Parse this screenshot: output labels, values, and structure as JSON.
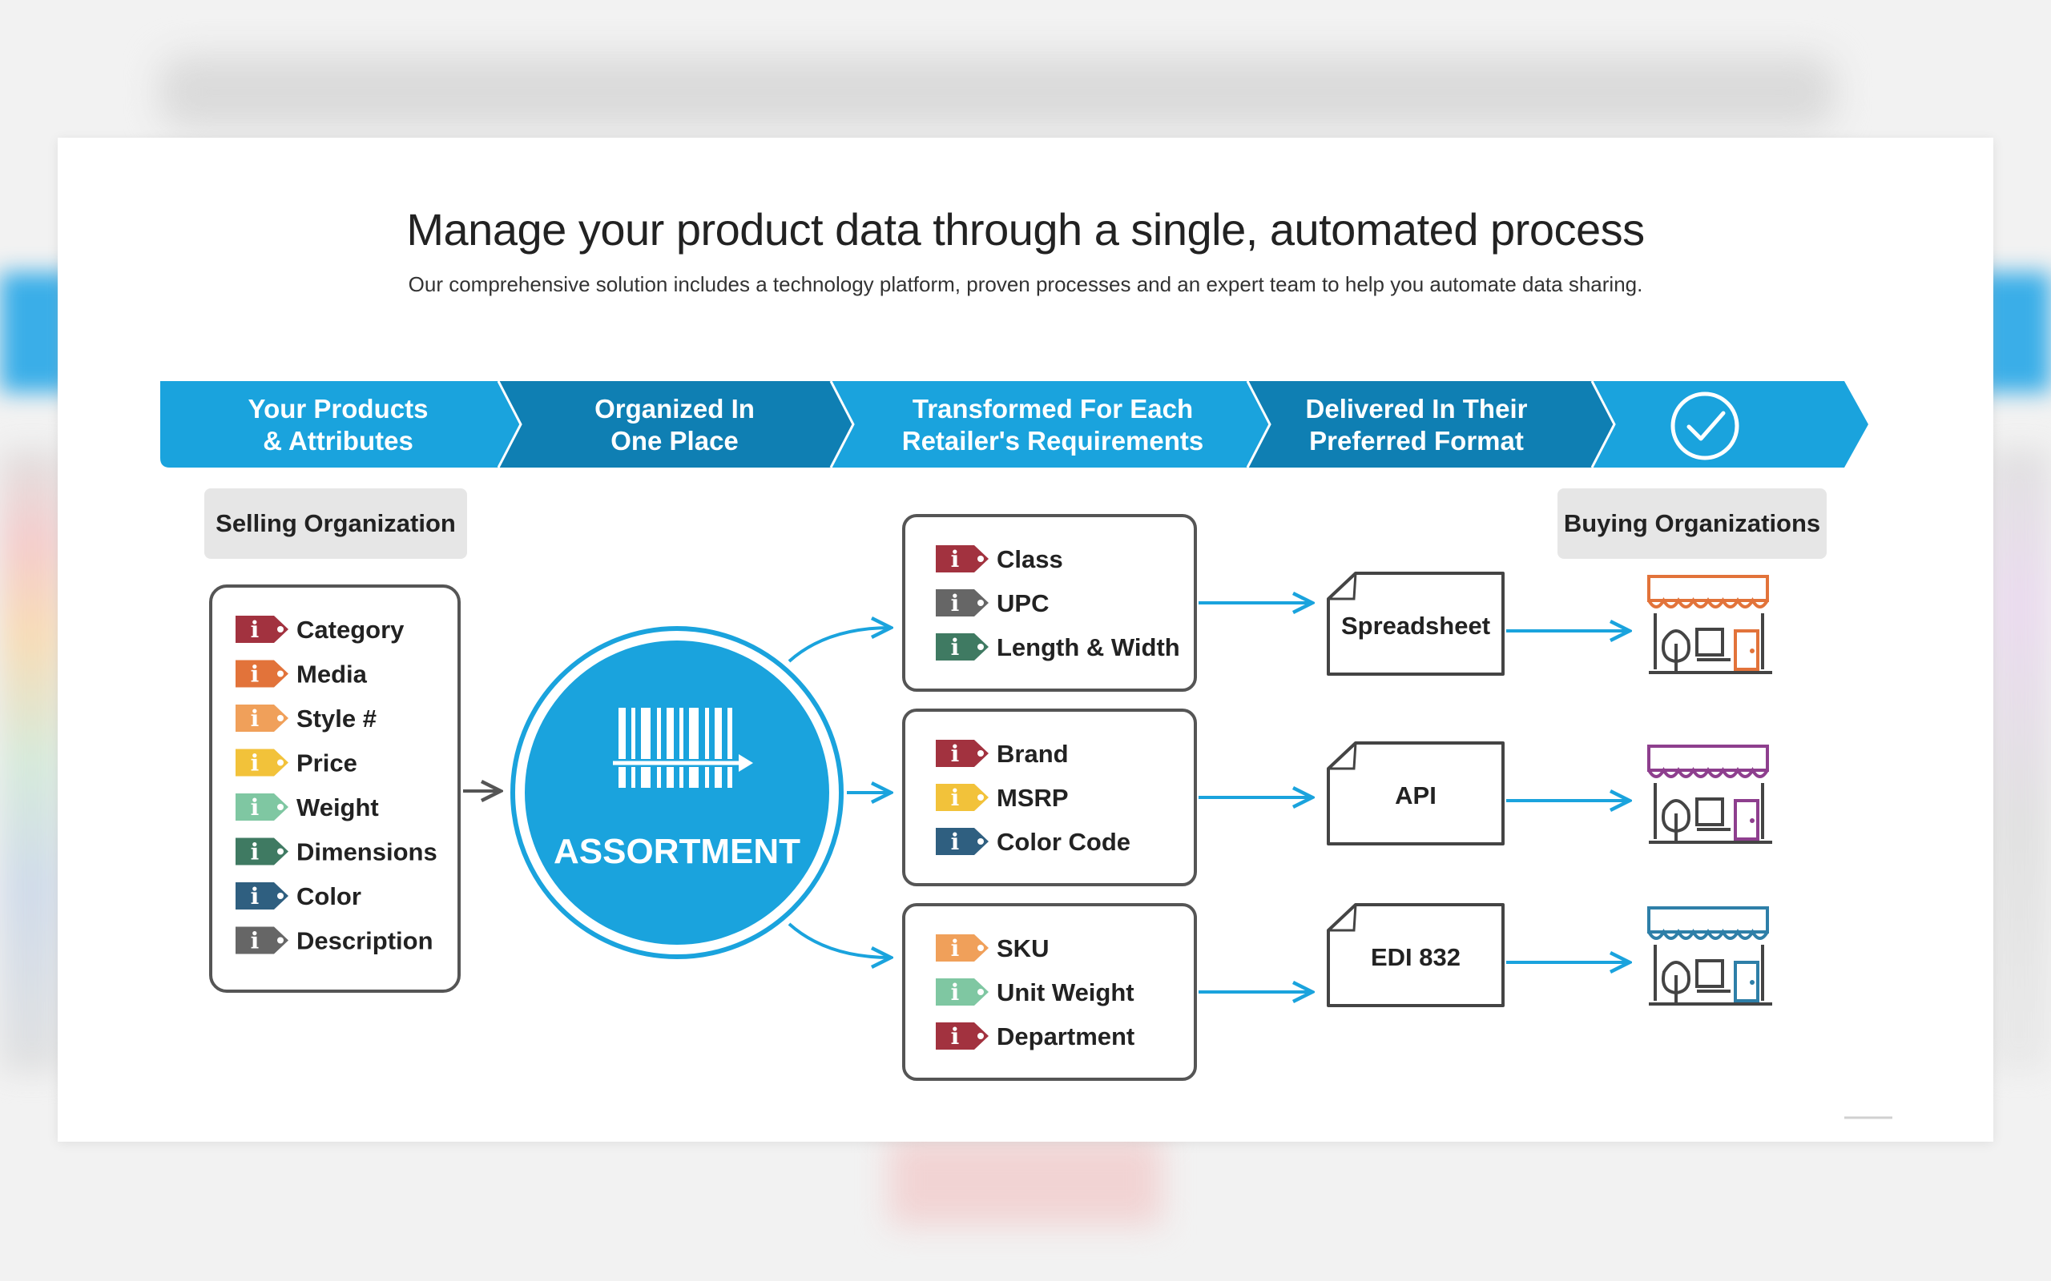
{
  "heading": {
    "title": "Manage your product data through a single, automated process",
    "subtitle": "Our comprehensive solution includes a technology platform, proven processes and an expert team to help you automate data sharing."
  },
  "stages": [
    {
      "line1": "Your Products",
      "line2": "& Attributes"
    },
    {
      "line1": "Organized In",
      "line2": "One Place"
    },
    {
      "line1": "Transformed For Each",
      "line2": "Retailer's Requirements"
    },
    {
      "line1": "Delivered In Their",
      "line2": "Preferred Format"
    },
    {
      "icon": "check-circle-icon"
    }
  ],
  "selling_label": "Selling Organization",
  "buying_label": "Buying Organizations",
  "attributes": [
    {
      "label": "Category",
      "color": "#a2323f"
    },
    {
      "label": "Media",
      "color": "#e2733a"
    },
    {
      "label": "Style #",
      "color": "#f0a05a"
    },
    {
      "label": "Price",
      "color": "#f2c23a"
    },
    {
      "label": "Weight",
      "color": "#7fc7a2"
    },
    {
      "label": "Dimensions",
      "color": "#3f7a62"
    },
    {
      "label": "Color",
      "color": "#2f5f80"
    },
    {
      "label": "Description",
      "color": "#666666"
    }
  ],
  "hub_label": "ASSORTMENT",
  "retailer_groups": [
    {
      "items": [
        {
          "label": "Class",
          "color": "#a2323f"
        },
        {
          "label": "UPC",
          "color": "#666666"
        },
        {
          "label": "Length & Width",
          "color": "#3f7a62"
        }
      ]
    },
    {
      "items": [
        {
          "label": "Brand",
          "color": "#a2323f"
        },
        {
          "label": "MSRP",
          "color": "#f2c23a"
        },
        {
          "label": "Color Code",
          "color": "#2f5f80"
        }
      ]
    },
    {
      "items": [
        {
          "label": "SKU",
          "color": "#f0a05a"
        },
        {
          "label": "Unit Weight",
          "color": "#7fc7a2"
        },
        {
          "label": "Department",
          "color": "#a2323f"
        }
      ]
    }
  ],
  "formats": [
    "Spreadsheet",
    "API",
    "EDI 832"
  ],
  "stores": [
    {
      "icon": "storefront-icon",
      "color": "#e2733a"
    },
    {
      "icon": "storefront-icon",
      "color": "#8e3f8e"
    },
    {
      "icon": "storefront-icon",
      "color": "#2e7fa8"
    }
  ],
  "colors": {
    "accent_blue": "#1aa3dd",
    "dark_blue": "#0f7fb3",
    "box_border": "#444444",
    "label_bg": "#e6e6e6"
  }
}
